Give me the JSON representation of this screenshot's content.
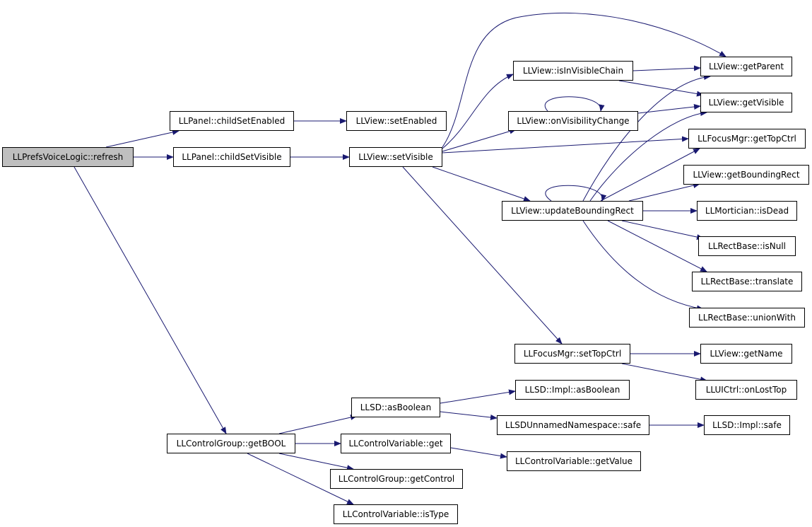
{
  "colors": {
    "edge": "#191970",
    "root_fill": "#bfbfbf",
    "node_fill": "#ffffff",
    "node_border": "#000000"
  },
  "nodes": {
    "root": "LLPrefsVoiceLogic::refresh",
    "cse": "LLPanel::childSetEnabled",
    "csv": "LLPanel::childSetVisible",
    "gbool": "LLControlGroup::getBOOL",
    "sen": "LLView::setEnabled",
    "svis": "LLView::setVisible",
    "asb": "LLSD::asBoolean",
    "cvg": "LLControlVariable::get",
    "cggc": "LLControlGroup::getControl",
    "cvit": "LLControlVariable::isType",
    "ivc": "LLView::isInVisibleChain",
    "ovc": "LLView::onVisibilityChange",
    "ubr": "LLView::updateBoundingRect",
    "fmstc": "LLFocusMgr::setTopCtrl",
    "iab": "LLSD::Impl::asBoolean",
    "safe": "LLSDUnnamedNamespace::safe",
    "cvgv": "LLControlVariable::getValue",
    "gp": "LLView::getParent",
    "gv": "LLView::getVisible",
    "fmgtc": "LLFocusMgr::getTopCtrl",
    "gbr": "LLView::getBoundingRect",
    "dead": "LLMortician::isDead",
    "null": "LLRectBase::isNull",
    "tr": "LLRectBase::translate",
    "uw": "LLRectBase::unionWith",
    "gn": "LLView::getName",
    "olt": "LLUICtrl::onLostTop",
    "lsafe": "LLSD::Impl::safe"
  }
}
